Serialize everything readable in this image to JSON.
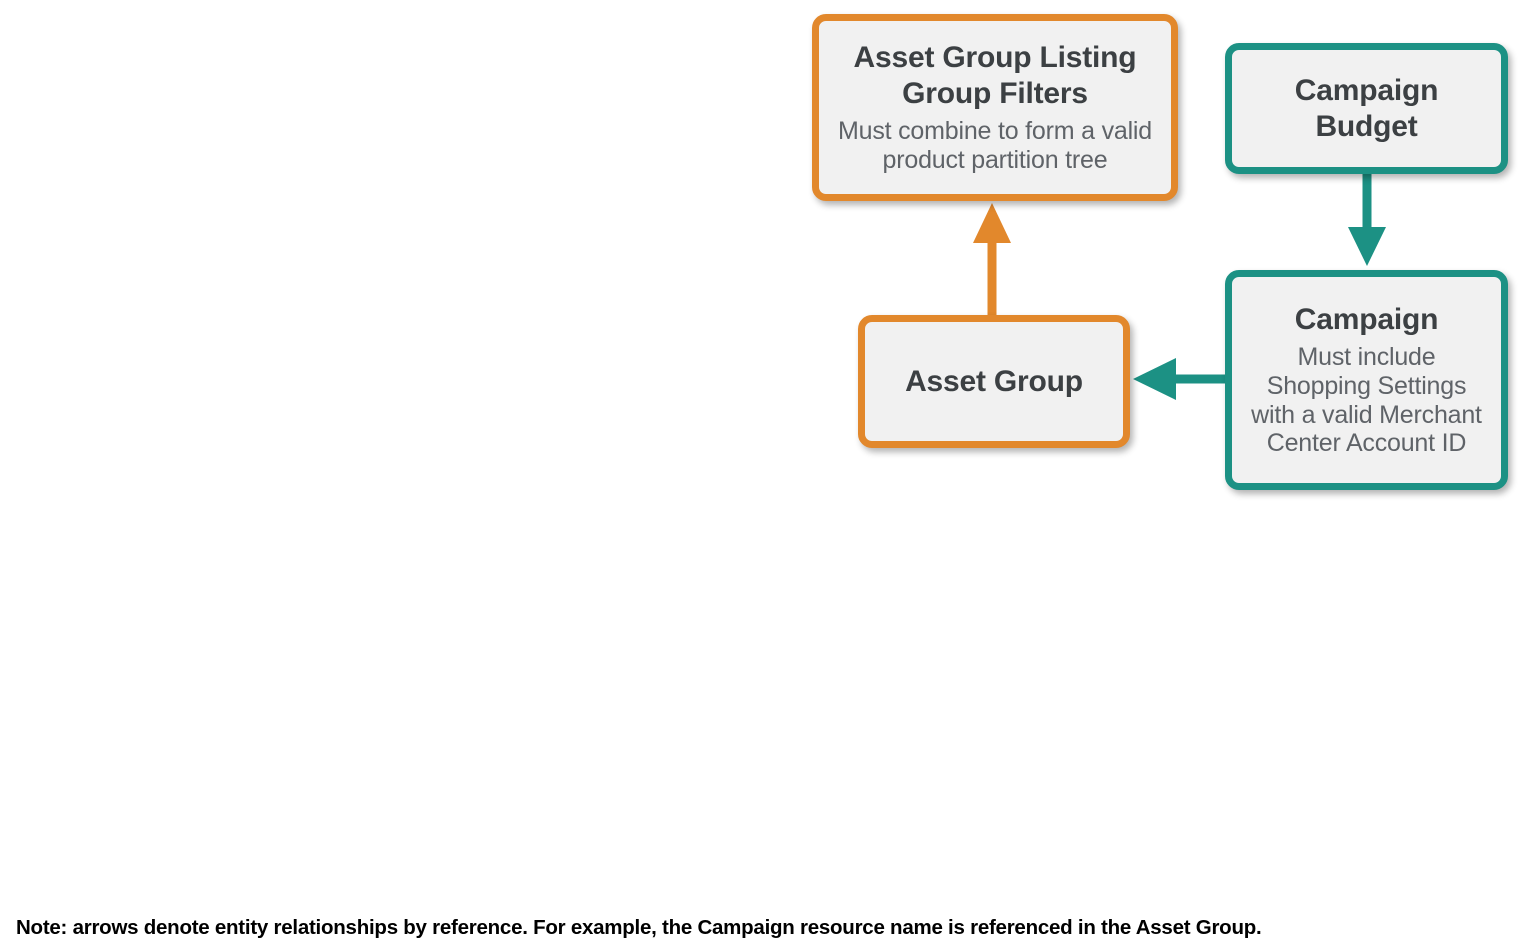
{
  "diagram": {
    "type": "entity-relationship-flow",
    "background_color": "#ffffff",
    "palette": {
      "orange": "#e2882c",
      "teal": "#1c9184",
      "node_fill": "#f1f1f1",
      "title_text": "#3c4043",
      "body_text": "#5f6368",
      "note_text": "#000000"
    },
    "nodes": [
      {
        "id": "asset-group-listing-group-filters",
        "title": "Asset Group Listing Group Filters",
        "description": "Must combine to form a valid product partition tree",
        "color": "#e2882c"
      },
      {
        "id": "campaign-budget",
        "title": "Campaign Budget",
        "description": "",
        "color": "#1c9184"
      },
      {
        "id": "asset-group",
        "title": "Asset Group",
        "description": "",
        "color": "#e2882c"
      },
      {
        "id": "campaign",
        "title": "Campaign",
        "description": "Must include Shopping Settings with a valid Merchant Center Account ID",
        "color": "#1c9184"
      }
    ],
    "edges": [
      {
        "id": "asset-group-to-filters",
        "from": "asset-group",
        "to": "asset-group-listing-group-filters",
        "direction": "up",
        "color": "#e2882c"
      },
      {
        "id": "campaign-budget-to-campaign",
        "from": "campaign-budget",
        "to": "campaign",
        "direction": "down",
        "color": "#1c9184"
      },
      {
        "id": "campaign-to-asset-group",
        "from": "campaign",
        "to": "asset-group",
        "direction": "left",
        "color": "#1c9184"
      }
    ],
    "note": "Note: arrows denote entity relationships by reference. For example, the Campaign resource name is referenced in the Asset Group."
  }
}
